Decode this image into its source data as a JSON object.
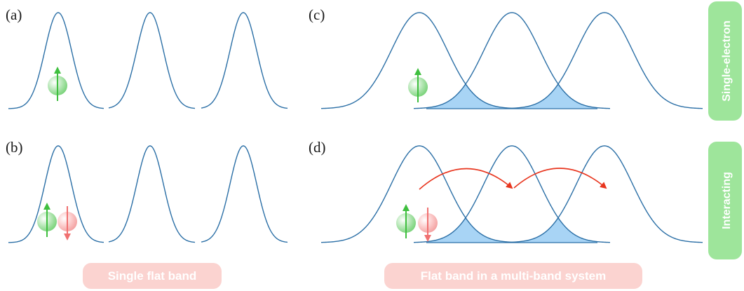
{
  "panels": {
    "a": "(a)",
    "b": "(b)",
    "c": "(c)",
    "d": "(d)"
  },
  "side_labels": {
    "top": "Single-electron",
    "bottom": "Interacting"
  },
  "bottom_labels": {
    "left": "Single flat band",
    "right": "Flat band in a multi-band system"
  },
  "colors": {
    "curve": "#2b6fa6",
    "overlap_fill": "#a8d4f5",
    "spin_up": "#3fbf3f",
    "spin_up_ball": "#8ad88a",
    "spin_down": "#f07070",
    "spin_down_ball": "#f5b0b0",
    "hop_arrow": "#e8351e",
    "side_label_bg": "#9ee59b",
    "bottom_label_bg": "#fbd3d0"
  }
}
